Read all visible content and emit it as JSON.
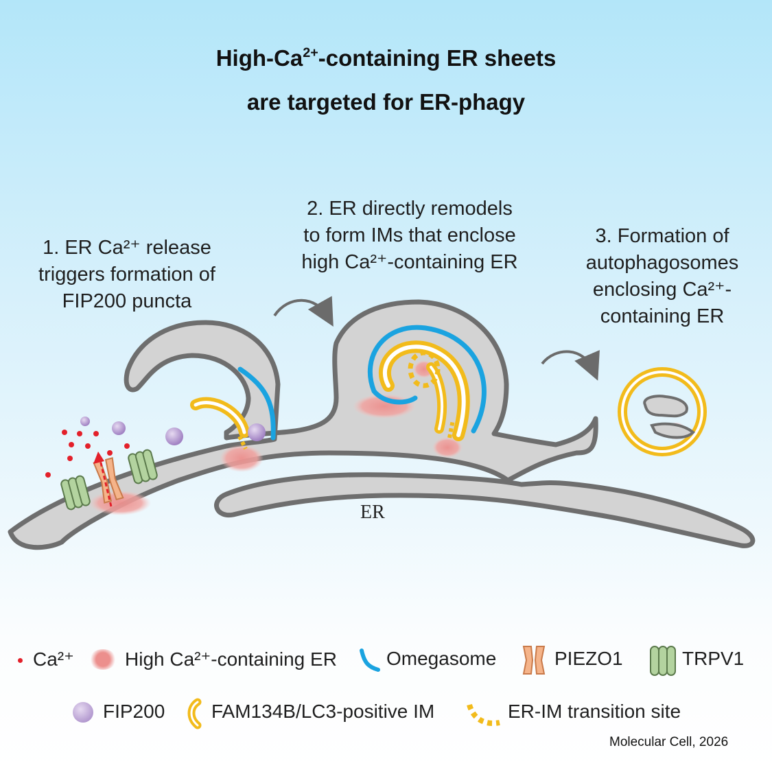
{
  "title": {
    "line1_prefix": "High-Ca",
    "line1_sup": "2+",
    "line1_suffix": "-containing ER sheets",
    "line2": "are targeted for ER-phagy"
  },
  "steps": [
    {
      "lines": [
        "1. ER Ca²⁺ release",
        "triggers formation of",
        "FIP200 puncta"
      ]
    },
    {
      "lines": [
        "2. ER directly remodels",
        "to form IMs that enclose",
        "high Ca²⁺-containing ER"
      ]
    },
    {
      "lines": [
        "3. Formation of",
        "autophagosomes",
        "enclosing Ca²⁺-",
        "containing ER"
      ]
    }
  ],
  "er_label": "ER",
  "legend": {
    "ca": "Ca²⁺",
    "high_ca_er": "High Ca²⁺-containing ER",
    "omegasome": "Omegasome",
    "piezo1": "PIEZO1",
    "trpv1": "TRPV1",
    "fip200": "FIP200",
    "im": "FAM134B/LC3-positive IM",
    "transition": "ER-IM transition site"
  },
  "citation": "Molecular Cell, 2026",
  "colors": {
    "er_fill": "#d3d3d3",
    "er_outline": "#6e6e6e",
    "omegasome": "#1aa3e0",
    "im": "#f2bb1b",
    "high_ca_er": "#f0a3a0",
    "ca_ion": "#e3202a",
    "fip200": "#b69bd0",
    "piezo1": "#f5b48a",
    "trpv1": "#b3d39f",
    "arrow": "#6b6b6b"
  },
  "icons": [
    "curved-arrow-icon",
    "ca-ion-icon",
    "fip200-icon",
    "piezo1-channel-icon",
    "trpv1-channel-icon",
    "omegasome-icon",
    "im-icon",
    "transition-site-icon"
  ]
}
